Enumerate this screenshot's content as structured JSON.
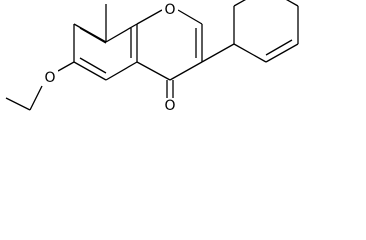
{
  "molecule": {
    "atoms": {
      "ring_oxygen": "O",
      "ether_oxygen": "O",
      "carbonyl_oxygen": "O"
    }
  }
}
